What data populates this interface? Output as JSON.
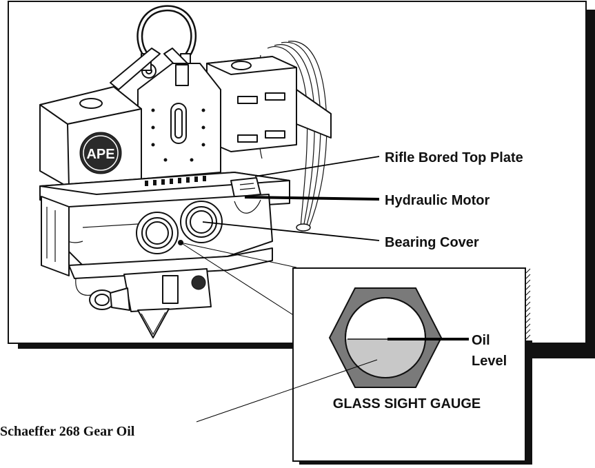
{
  "labels": {
    "rifle_bored_top_plate": "Rifle Bored Top Plate",
    "hydraulic_motor": "Hydraulic Motor",
    "bearing_cover": "Bearing Cover",
    "oil_line1": "Oil",
    "oil_line2": "Level",
    "glass_sight_gauge": "GLASS SIGHT GAUGE",
    "gear_oil": "Schaeffer 268 Gear Oil"
  },
  "logo_text": "APE",
  "colors": {
    "gauge_hex": "#7a7a7a",
    "gauge_glass": "#ffffff",
    "oil": "#c8c8c8",
    "frame_shadow": "#111111"
  }
}
